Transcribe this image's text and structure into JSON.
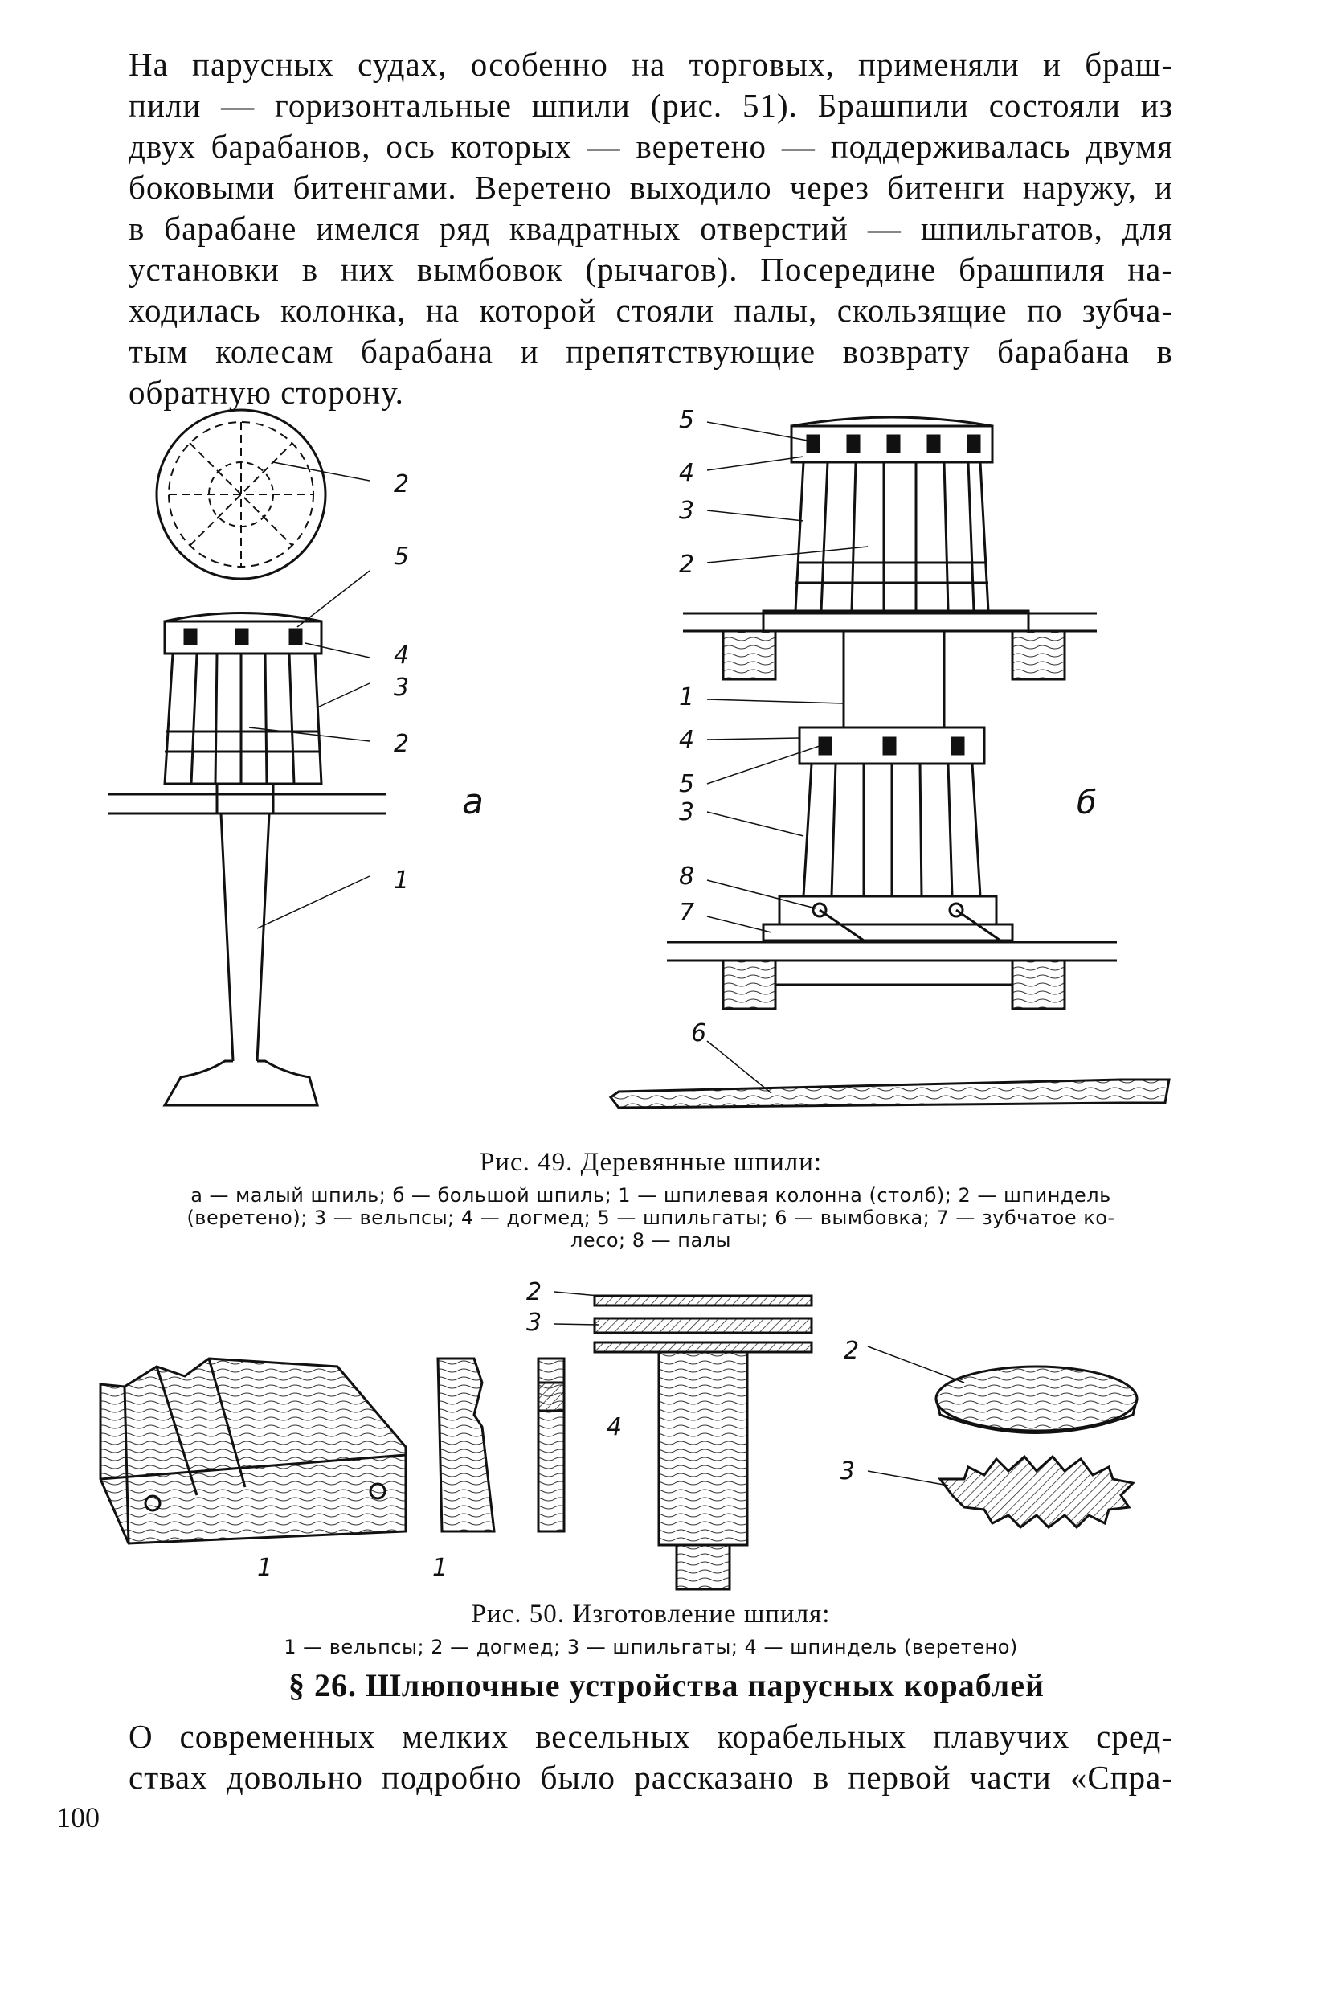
{
  "top_paragraph": [
    "На парусных судах, особенно на торговых, применяли и браш-",
    "пили — горизонтальные шпили (рис. 51). Брашпили состояли из",
    "двух барабанов, ось которых — веретено — поддерживалась двумя",
    "боковыми битенгами. Веретено выходило через битенги наружу, и",
    "в барабане имелся ряд квадратных отверстий — шпильгатов, для",
    "установки в них вымбовок (рычагов). Посередине брашпиля на-",
    "ходилась колонка, на которой стояли палы, скользящие по зубча-",
    "тым колесам барабана и препятствующие возврату барабана в",
    "обратную сторону."
  ],
  "fig49": {
    "labels_left": [
      "2",
      "5",
      "4",
      "3",
      "2",
      "1"
    ],
    "label_a": "а",
    "labels_right": [
      "5",
      "4",
      "3",
      "2",
      "1",
      "4",
      "5",
      "3",
      "8",
      "7",
      "6"
    ],
    "label_b": "б",
    "caption_title": "Рис. 49. Деревянные шпили:",
    "caption_legend": [
      "а — малый шпиль; б — большой шпиль; 1 — шпилевая колонна (столб); 2 — шпиндель",
      "(веретено); 3 — вельпсы; 4 — догмед; 5 — шпильгаты; 6 — вымбовка; 7 — зубчатое ко-",
      "лесо; 8 — палы"
    ]
  },
  "fig50": {
    "labels": [
      "2",
      "3",
      "2",
      "3",
      "4",
      "1",
      "1"
    ],
    "caption_title": "Рис. 50. Изготовление шпиля:",
    "caption_legend": "1 — вельпсы; 2 — догмед; 3 — шпильгаты; 4 — шпиндель (веретено)"
  },
  "section_heading": "§ 26. Шлюпочные устройства парусных кораблей",
  "bottom_paragraph": [
    "О современных мелких весельных корабельных плавучих сред-",
    "ствах довольно подробно было рассказано в первой части «Спра-"
  ],
  "page_number": "100"
}
